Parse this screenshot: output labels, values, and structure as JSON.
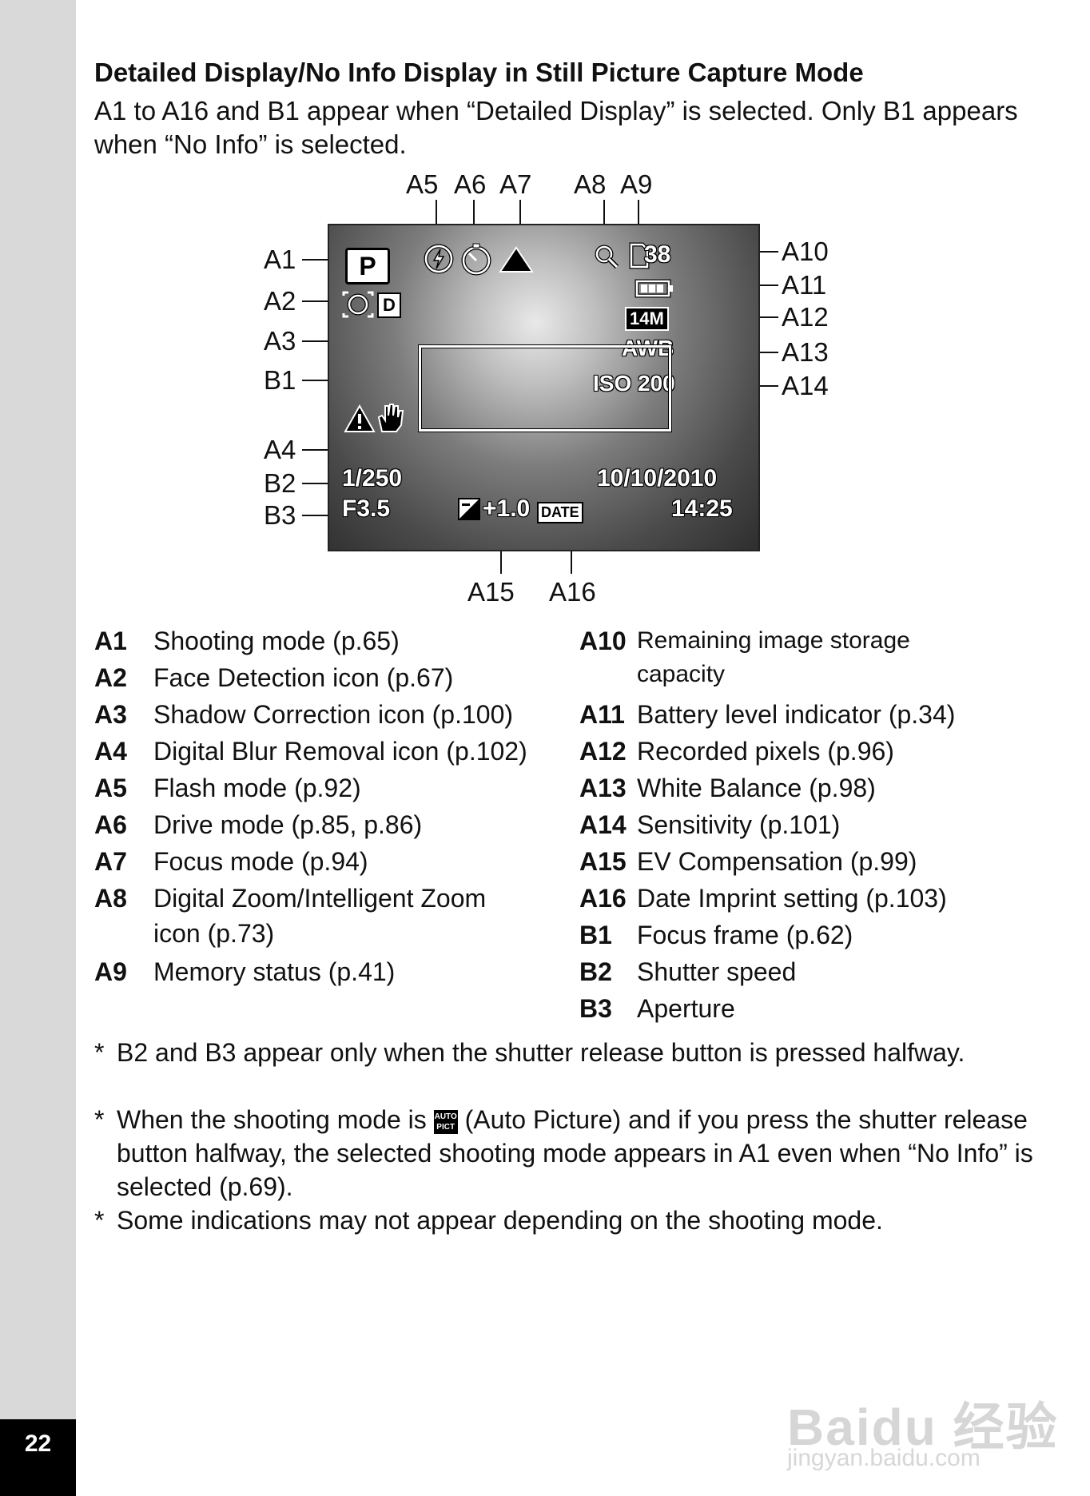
{
  "page_number": "22",
  "heading": "Detailed Display/No Info Display in Still Picture Capture Mode",
  "intro": "A1 to A16 and B1 appear when “Detailed Display” is selected. Only B1 appears when “No Info” is selected.",
  "callouts": {
    "top": [
      "A5",
      "A6",
      "A7",
      "A8",
      "A9"
    ],
    "left": [
      "A1",
      "A2",
      "A3",
      "B1",
      "A4",
      "B2",
      "B3"
    ],
    "right": [
      "A10",
      "A11",
      "A12",
      "A13",
      "A14"
    ],
    "bottom": [
      "A15",
      "A16"
    ]
  },
  "screen": {
    "mode": "P",
    "remaining_shots": "38",
    "recorded_pixels": "14M",
    "white_balance": "AWB",
    "iso": "ISO 200",
    "shutter_speed": "1/250",
    "aperture": "F3.5",
    "ev": "+1.0",
    "date_imprint": "DATE",
    "date": "10/10/2010",
    "time": "14:25",
    "icons": [
      "flash-off-icon",
      "self-timer-icon",
      "landscape-focus-icon",
      "zoom-magnifier-icon",
      "memory-card-icon",
      "battery-icon",
      "face-detection-icon",
      "shadow-correction-icon",
      "camera-shake-warning-icon",
      "digital-blur-hand-icon",
      "ev-compensation-icon"
    ]
  },
  "legend_left": [
    {
      "code": "A1",
      "desc": "Shooting mode (p.65)"
    },
    {
      "code": "A2",
      "desc": "Face Detection icon (p.67)"
    },
    {
      "code": "A3",
      "desc": "Shadow Correction icon (p.100)"
    },
    {
      "code": "A4",
      "desc": "Digital Blur Removal icon (p.102)"
    },
    {
      "code": "A5",
      "desc": "Flash mode (p.92)"
    },
    {
      "code": "A6",
      "desc": "Drive mode (p.85, p.86)"
    },
    {
      "code": "A7",
      "desc": "Focus mode (p.94)"
    },
    {
      "code": "A8",
      "desc": "Digital Zoom/Intelligent Zoom",
      "desc2": "icon (p.73)"
    },
    {
      "code": "A9",
      "desc": "Memory status (p.41)"
    }
  ],
  "legend_right": [
    {
      "code": "A10",
      "desc": "Remaining image storage",
      "desc2": "capacity"
    },
    {
      "code": "A11",
      "desc": "Battery level indicator (p.34)"
    },
    {
      "code": "A12",
      "desc": "Recorded pixels (p.96)"
    },
    {
      "code": "A13",
      "desc": "White Balance (p.98)"
    },
    {
      "code": "A14",
      "desc": "Sensitivity (p.101)"
    },
    {
      "code": "A15",
      "desc": "EV Compensation (p.99)"
    },
    {
      "code": "A16",
      "desc": "Date Imprint setting (p.103)"
    },
    {
      "code": "B1",
      "desc": "Focus frame (p.62)"
    },
    {
      "code": "B2",
      "desc": "Shutter speed"
    },
    {
      "code": "B3",
      "desc": "Aperture"
    }
  ],
  "notes": [
    {
      "star": "*",
      "text": "B2 and B3 appear only when the shutter release button is pressed halfway."
    },
    {
      "star": "*",
      "text_before": "When the shooting mode is",
      "icon_label": "AUTO PICT",
      "text_after": "(Auto Picture) and if you press the shutter release button halfway, the selected shooting mode appears in A1 even when “No Info” is selected (p.69)."
    },
    {
      "star": "*",
      "text": "Some indications may not appear depending on the shooting mode."
    }
  ],
  "watermark": {
    "logo": "Baidu 经验",
    "sub": "jingyan.baidu.com"
  }
}
